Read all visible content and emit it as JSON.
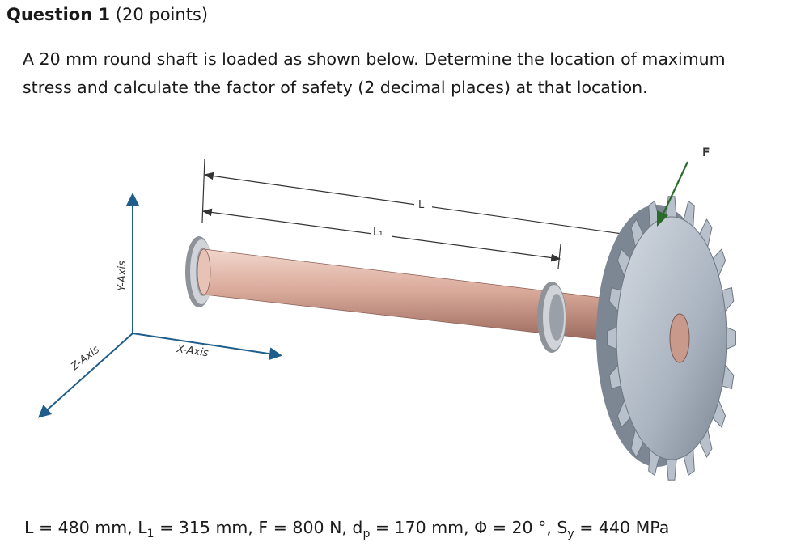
{
  "question": {
    "title": "Question 1",
    "points": "(20 points)",
    "body_line1": "A 20 mm round shaft is loaded as shown below.  Determine the location of maximum",
    "body_line2": "stress and calculate the factor of safety (2 decimal places) at that location."
  },
  "figure": {
    "label_L": "L",
    "label_L1": "L₁",
    "label_F": "F",
    "axis_y": "Y-Axis",
    "axis_x": "X-Axis",
    "axis_z": "Z-Axis"
  },
  "params": {
    "L": "L = 480 mm, ",
    "L1_prefix": "L",
    "L1_sub": "1",
    "L1_value": " = 315 mm, F = 800 N, d",
    "dp_sub": "p",
    "dp_value": " = 170 mm,  Φ = 20 °, S",
    "sy_sub": "y",
    "sy_value": " = 440 MPa"
  },
  "colors": {
    "shaft": "#d9a99a",
    "bearing": "#b8bcc2",
    "gear": "#a9b3bf",
    "gear_dark": "#7d8793",
    "arrow_green": "#2a6a2a"
  }
}
